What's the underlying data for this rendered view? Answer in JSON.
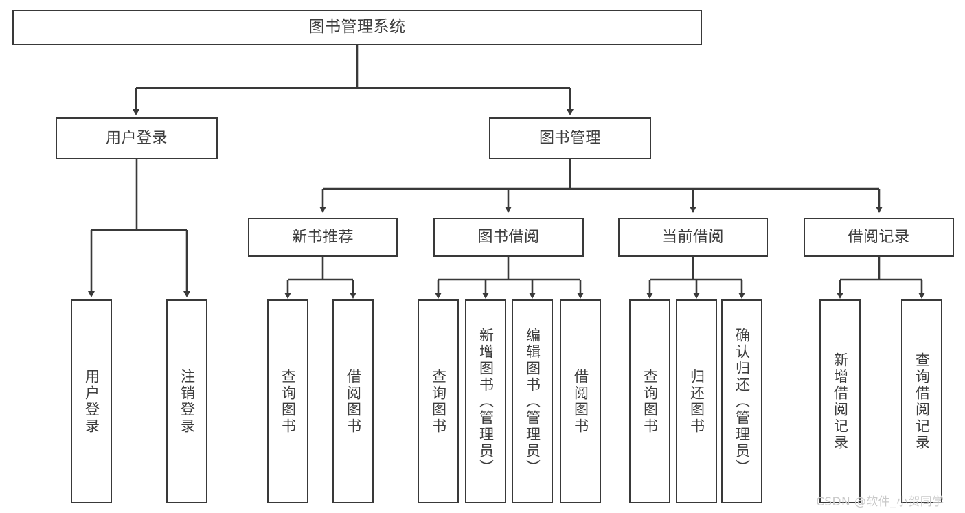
{
  "diagram": {
    "title": "图书管理系统",
    "type": "tree-hierarchy-chart",
    "accent_color": "#393939",
    "background_color": "#ffffff",
    "watermark": "CSDN @软件_小贺同学"
  },
  "nodes": {
    "root": {
      "label": "图书管理系统"
    },
    "level1": [
      {
        "label": "用户登录"
      },
      {
        "label": "图书管理"
      }
    ],
    "level2": [
      {
        "label": "新书推荐"
      },
      {
        "label": "图书借阅"
      },
      {
        "label": "当前借阅"
      },
      {
        "label": "借阅记录"
      }
    ],
    "leaves": {
      "user_login": [
        {
          "label": "用户登录"
        },
        {
          "label": "注销登录"
        }
      ],
      "new_book": [
        {
          "label": "查询图书"
        },
        {
          "label": "借阅图书"
        }
      ],
      "book_borrow": [
        {
          "label": "查询图书"
        },
        {
          "label": "新增图书（管理员）"
        },
        {
          "label": "编辑图书（管理员）"
        },
        {
          "label": "借阅图书"
        }
      ],
      "current_borrow": [
        {
          "label": "查询图书"
        },
        {
          "label": "归还图书"
        },
        {
          "label": "确认归还（管理员）"
        }
      ],
      "borrow_record": [
        {
          "label": "新增借阅记录"
        },
        {
          "label": "查询借阅记录"
        }
      ]
    }
  }
}
